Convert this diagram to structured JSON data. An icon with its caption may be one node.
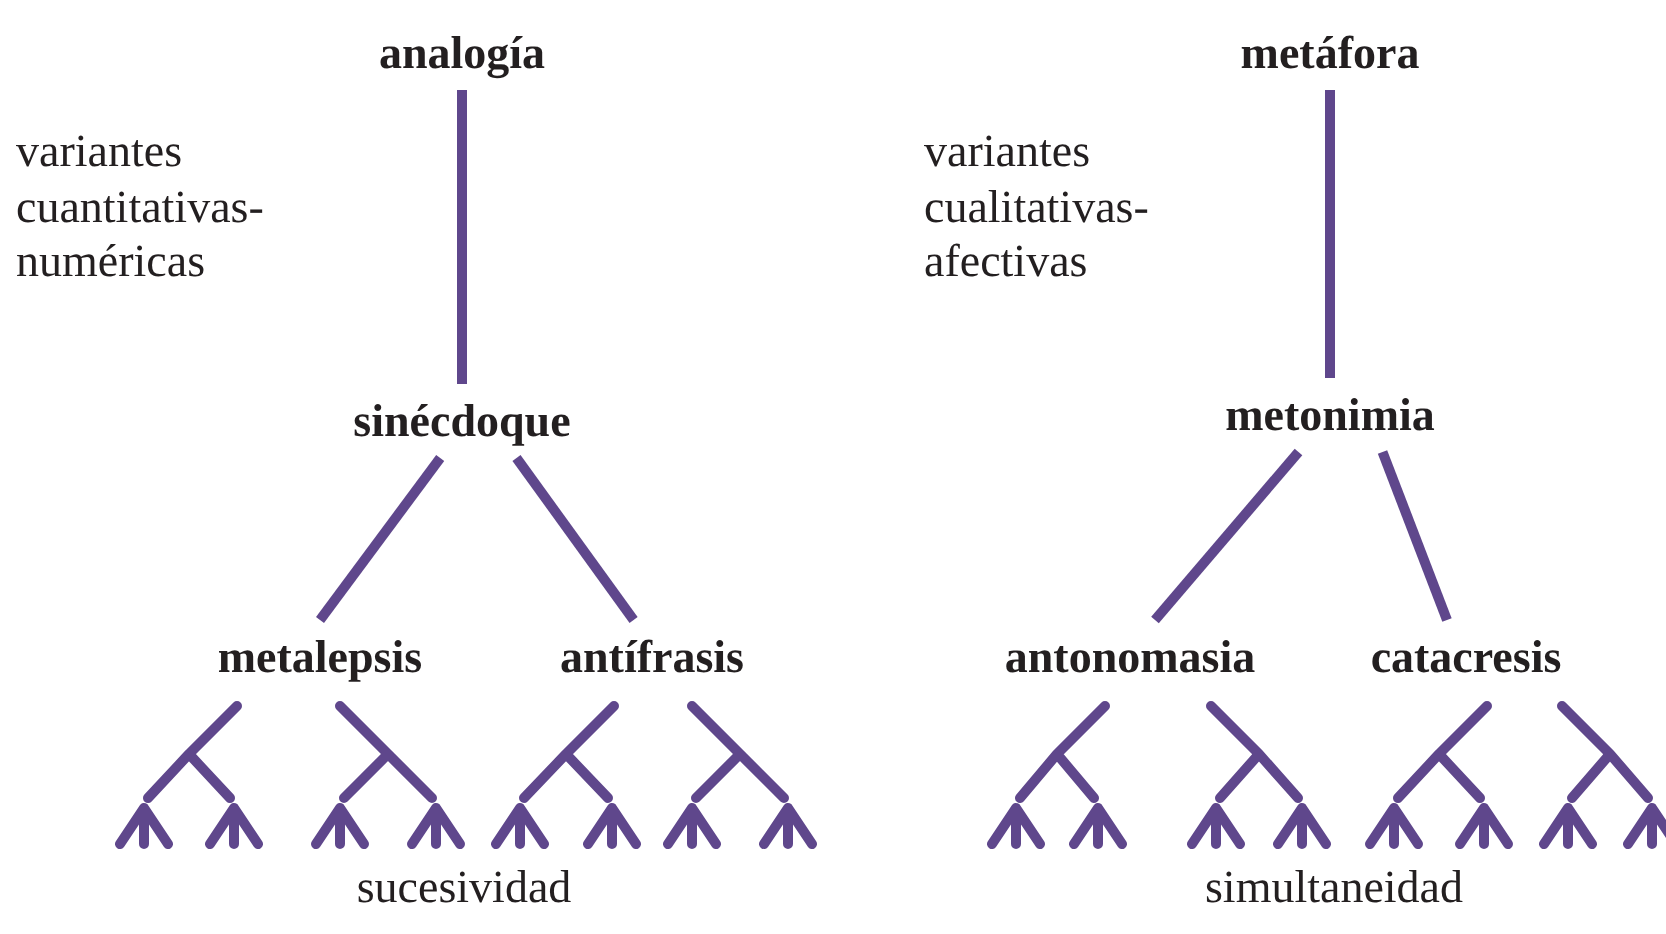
{
  "diagram": {
    "nodes": [
      {
        "text": [
          "analogía"
        ]
      },
      {
        "text": [
          "sinécdoque"
        ]
      },
      {
        "text": [
          "metalepsis"
        ]
      },
      {
        "text": [
          "antífrasis"
        ]
      },
      {
        "text": [
          "metáfora"
        ]
      },
      {
        "text": [
          "metonimia"
        ]
      },
      {
        "text": [
          "antonomasia"
        ]
      },
      {
        "text": [
          "catacresis"
        ]
      }
    ],
    "edges": [
      {
        "from": 0,
        "to": 1,
        "arrow": "none"
      },
      {
        "from": 1,
        "to": 2,
        "arrow": "none"
      },
      {
        "from": 1,
        "to": 3,
        "arrow": "none"
      },
      {
        "from": 4,
        "to": 5,
        "arrow": "none"
      },
      {
        "from": 5,
        "to": 6,
        "arrow": "none"
      },
      {
        "from": 5,
        "to": 7,
        "arrow": "none"
      }
    ],
    "labels": [
      "variantes cuantitativas- numéricas",
      "variantes cualitativas- afectivas",
      "sucesividad",
      "simultaneidad"
    ]
  }
}
